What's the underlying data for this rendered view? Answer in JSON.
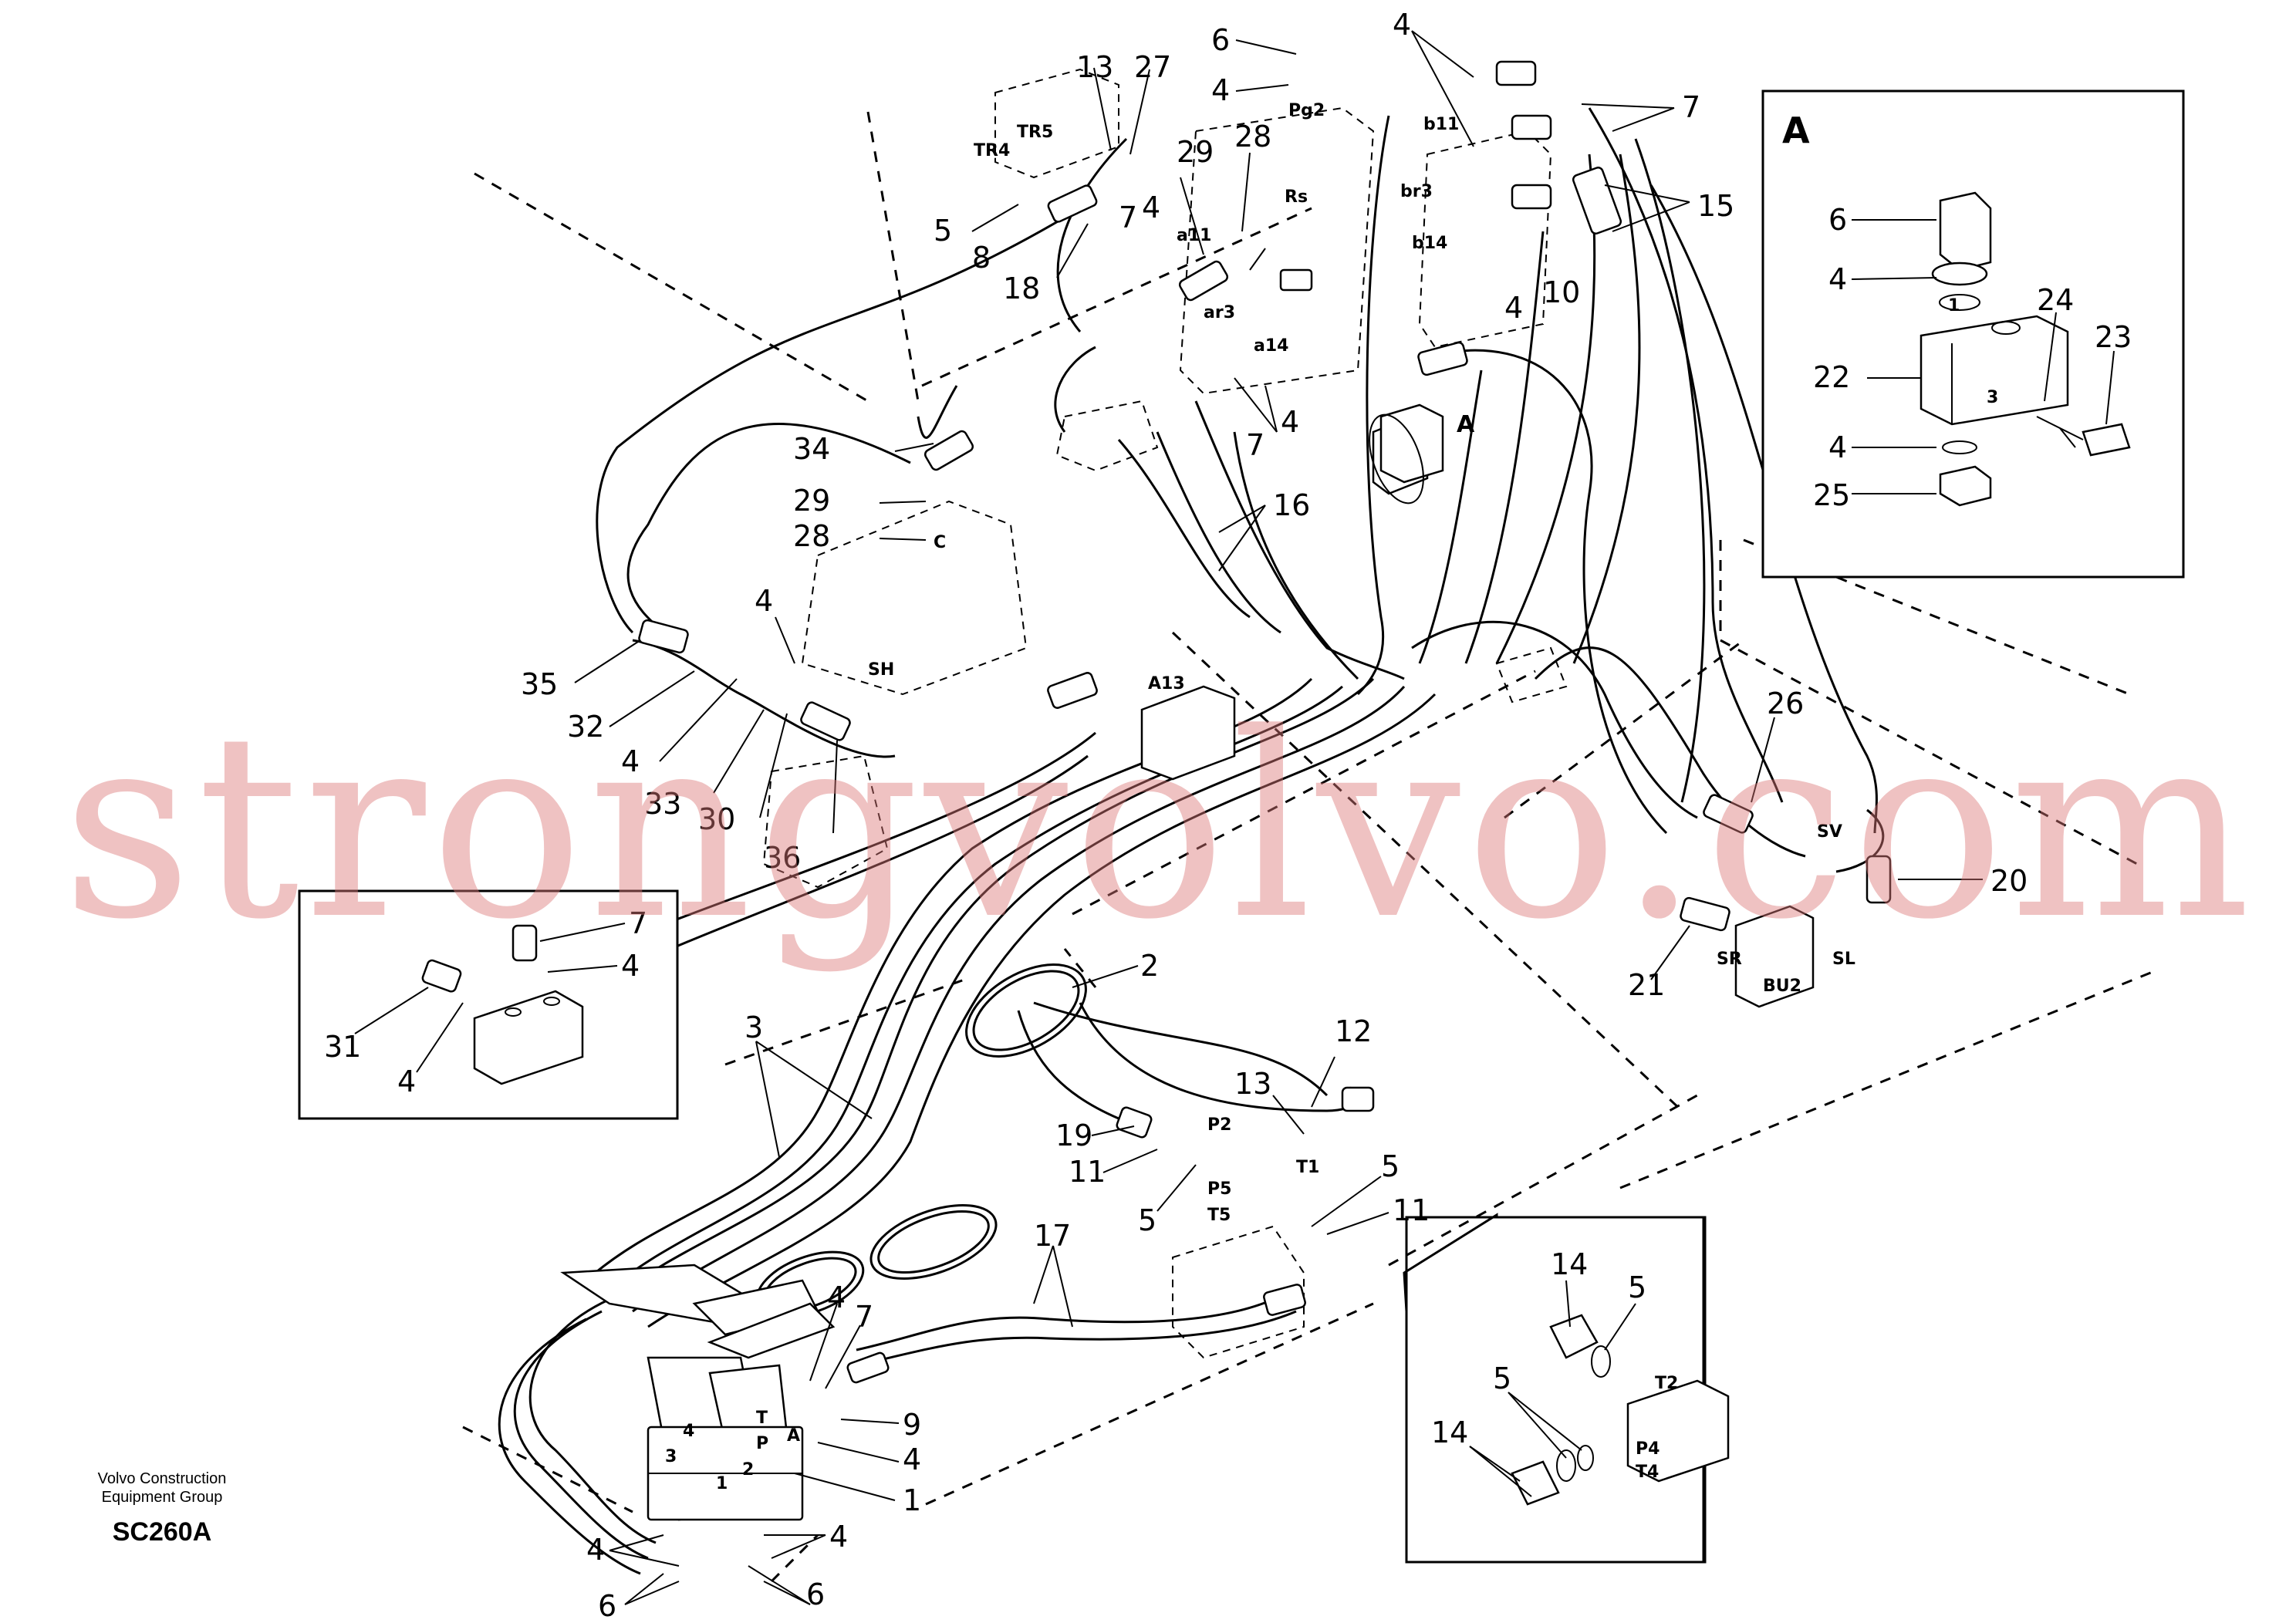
{
  "drawing": {
    "org_line1": "Volvo Construction",
    "org_line2": "Equipment Group",
    "code": "SC260A"
  },
  "watermark": "strongvolvo.com",
  "inset_a": {
    "letter": "A",
    "face_labels": [
      "1",
      "3"
    ],
    "callouts": [
      "6",
      "4",
      "22",
      "4",
      "25",
      "24",
      "23"
    ]
  },
  "ports": [
    "TR5",
    "TR4",
    "Pg2",
    "b11",
    "br3",
    "b14",
    "Rs",
    "a11",
    "ar3",
    "a14",
    "C",
    "SH",
    "A13",
    "A",
    "SV",
    "SR",
    "BU2",
    "SL",
    "P2",
    "T1",
    "P5",
    "T5",
    "T",
    "P",
    "A",
    "T2",
    "P4",
    "T4"
  ],
  "pedal_valve_labels": [
    "1",
    "2",
    "3",
    "4"
  ],
  "callouts": {
    "top": [
      "13",
      "27",
      "6",
      "4",
      "4",
      "7",
      "5",
      "8",
      "18",
      "29",
      "28",
      "7",
      "4",
      "15",
      "10",
      "4",
      "7",
      "4",
      "16"
    ],
    "left": [
      "34",
      "29",
      "28",
      "4",
      "35",
      "32",
      "4",
      "33",
      "30",
      "36"
    ],
    "left_inset": [
      "7",
      "4",
      "31",
      "4"
    ],
    "middle": [
      "2",
      "3",
      "12",
      "13",
      "19",
      "11",
      "5",
      "5",
      "11",
      "17"
    ],
    "right": [
      "26",
      "20",
      "21"
    ],
    "bottom": [
      "4",
      "7",
      "9",
      "4",
      "1",
      "4",
      "4",
      "6",
      "6"
    ],
    "bottom_inset": [
      "14",
      "5",
      "5",
      "14"
    ]
  }
}
